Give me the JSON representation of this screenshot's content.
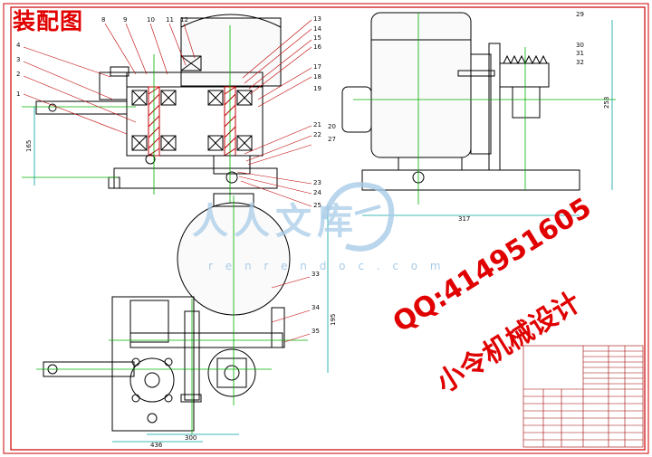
{
  "title": "装配图",
  "watermark": {
    "brand": "人人文库",
    "url": "r e n r e n d o c . c o m"
  },
  "contact": {
    "qq": "QQ:414951605",
    "shop": "小令机械设计"
  },
  "part_numbers": [
    "1",
    "2",
    "3",
    "4",
    "8",
    "9",
    "10",
    "11",
    "12",
    "13",
    "14",
    "15",
    "16",
    "17",
    "18",
    "19",
    "20",
    "21",
    "22",
    "23",
    "24",
    "25",
    "27",
    "29",
    "30",
    "31",
    "32",
    "33",
    "34",
    "35"
  ],
  "dimensions": {
    "front_height": "165",
    "side_width": "317",
    "side_height": "253",
    "top_height": "195",
    "top_width_a": "436",
    "top_width_b": "300"
  },
  "colors": {
    "outline": "#000000",
    "frame": "#cc0000",
    "center_line": "#00b000",
    "dim_line": "#00a0a0",
    "watermark": "#a9cce8"
  }
}
